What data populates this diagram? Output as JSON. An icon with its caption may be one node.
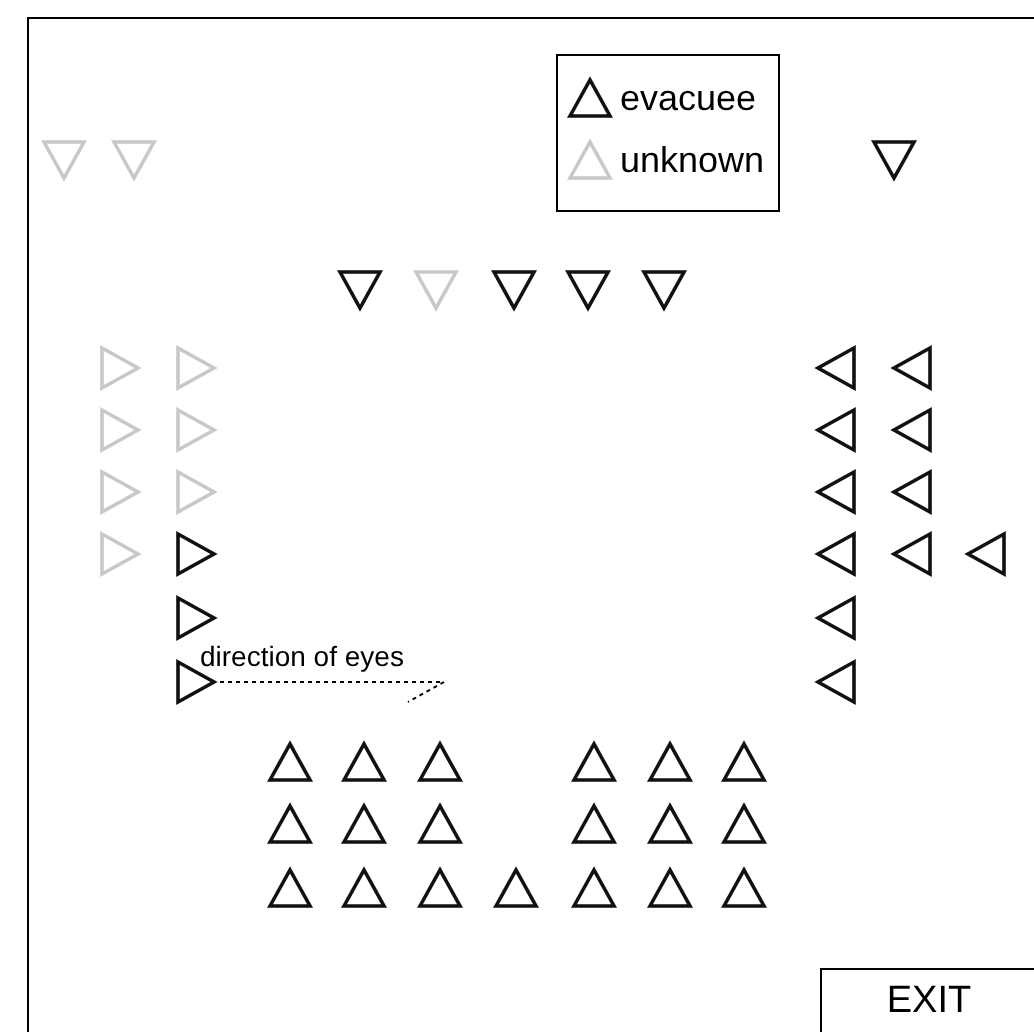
{
  "diagram": {
    "nodes": [
      {
        "text": [
          "EXIT"
        ]
      }
    ],
    "labels": [
      "direction of eyes"
    ],
    "legend": [
      {
        "text": "evacuee"
      },
      {
        "text": "unknown"
      }
    ]
  }
}
